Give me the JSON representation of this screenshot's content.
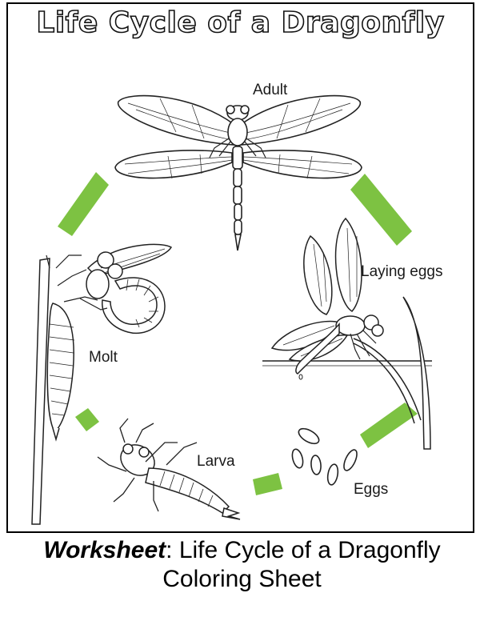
{
  "title": "Life Cycle of a Dragonfly",
  "stages": {
    "adult": "Adult",
    "laying_eggs": "Laying eggs",
    "eggs": "Eggs",
    "larva": "Larva",
    "molt": "Molt"
  },
  "caption": {
    "keyword": "Worksheet",
    "line1_rest": ": Life Cycle of a Dragonfly",
    "line2": "Coloring Sheet"
  },
  "colors": {
    "arrow": "#7dc242",
    "line": "#222222"
  }
}
